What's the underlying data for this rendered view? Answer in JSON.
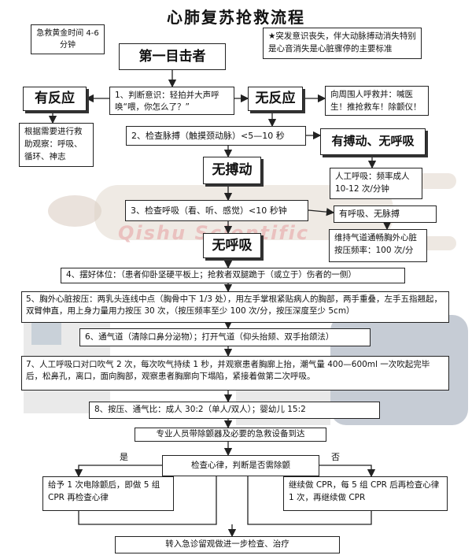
{
  "title": "心肺复苏抢救流程",
  "watermark": "Qishu Scientific",
  "golden_time": "急救黄金时间 4-6 分钟",
  "note": "★突发意识丧失，伴大动脉搏动消失特别是心音消失是心脏骤停的主要标准",
  "first_witness": "第一目击者",
  "step1": "1、判断意识：轻拍并大声呼唤“喂，你怎么了？”",
  "responsive": "有反应",
  "unresponsive": "无反应",
  "call_help": "向周围人呼救并：喊医生！推抢救车！除颤仪！",
  "observe": "根据需要进行救助观察：呼吸、循环、神志",
  "step2": "2、检查脉搏（触摸颈动脉）<5—10 秒",
  "pulse_no_breath": "有搏动、无呼吸",
  "no_pulse": "无搏动",
  "artificial_breath": "人工呼吸：频率成人 10-12 次/分钟",
  "step3": "3、检查呼吸（看、听、感觉）<10 秒钟",
  "breath_no_pulse": "有呼吸、无脉搏",
  "no_breath": "无呼吸",
  "maintain_airway": "维持气道通畅胸外心脏按压频率：100 次/分",
  "step4": "4、摆好体位：（患者仰卧坚硬平板上；抢救者双腿跪于（或立于）伤者的一侧）",
  "step5": "5、胸外心脏按压：两乳头连线中点（胸骨中下 1/3 处），用左手掌根紧贴病人的胸部，两手重叠，左手五指翘起，双臂伸直，用上身力量用力按压 30 次，（按压频率至少 100 次/分，按压深度至少 5cm）",
  "step6": "6、通气道（清除口鼻分泌物）；打开气道（仰头抬颏、双手抬颌法）",
  "step7": "7、人工呼吸口对口吹气 2 次，每次吹气持续 1 秒，并观察患者胸廓上抬，潮气量 400—600ml 一次吹起完毕后，松鼻孔，离口，面向胸部，观察患者胸廓向下塌陷，紧接着做第二次呼吸。",
  "step8": "8、按压、通气比：成人 30:2（单人/双人）；婴幼儿 15:2",
  "professional": "专业人员带除颤器及必要的急救设备到达",
  "yes": "是",
  "no": "否",
  "check_rhythm": "检查心律，判断是否需除颤",
  "shock": "给予 1 次电除颤后，即做 5 组 CPR 再检查心律",
  "continue_cpr": "继续做 CPR，每 5 组 CPR 后再检查心律 1 次，再继续做 CPR",
  "transfer": "转入急诊留观做进一步检查、治疗"
}
